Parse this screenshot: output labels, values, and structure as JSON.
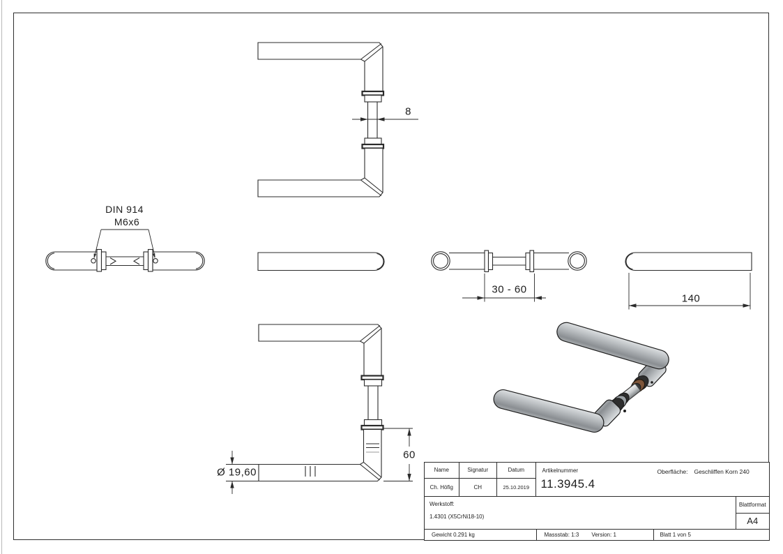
{
  "drawing": {
    "annotations": {
      "din_line1": "DIN 914",
      "din_line2": "M6x6",
      "dim_square": "8",
      "dim_clamp_range": "30 - 60",
      "dim_grip_length": "140",
      "dim_neck_height": "60",
      "dim_grip_diameter": "Ø 19,60"
    },
    "title_block": {
      "col_name_label": "Name",
      "col_signature_label": "Signatur",
      "col_date_label": "Datum",
      "name": "Ch. Höfig",
      "signature": "CH",
      "date": "25.10.2019",
      "article_number_label": "Artikelnummer",
      "article_number": "11.3945.4",
      "surface_label": "Oberfläche:",
      "surface_value": "Geschliffen Korn 240",
      "material_label": "Werkstoff:",
      "material_value": "1.4301 (X5CrNi18-10)",
      "sheet_format_label": "Blattformat",
      "sheet_format_value": "A4",
      "weight": "Gewicht 0.291 kg",
      "scale": "Massstab: 1:3",
      "version": "Version: 1",
      "sheet": "Blatt 1 von 5"
    },
    "colors": {
      "line": "#2b2b2b",
      "metal_light": "#dcdfe1",
      "metal_dark": "#8a8e92",
      "bronze": "#7d553a"
    }
  }
}
